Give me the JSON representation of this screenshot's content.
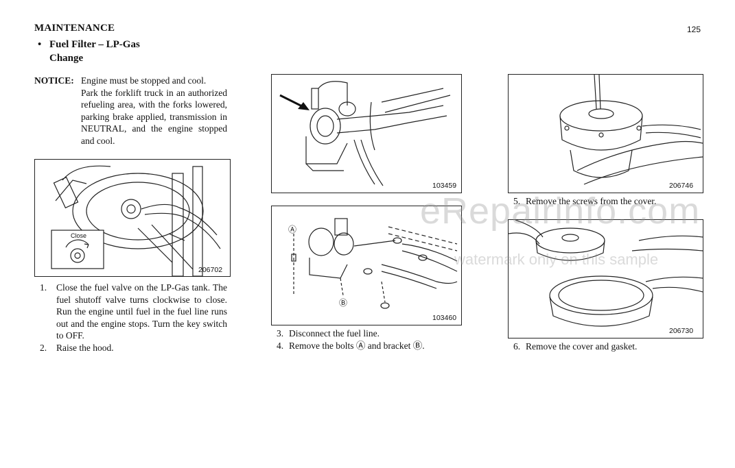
{
  "header": {
    "section_title": "MAINTENANCE",
    "page_number": "125"
  },
  "subsection": {
    "bullet": "•",
    "title_line1": "Fuel Filter – LP-Gas",
    "title_line2": "Change"
  },
  "notice": {
    "label": "NOTICE:",
    "first_line": "Engine must be stopped and cool.",
    "body": "Park the forklift truck in an authorized refueling area, with the forks lowered, parking brake applied, transmission in NEUTRAL, and the engine stopped and cool."
  },
  "figures": [
    {
      "number": "206702",
      "callout": "Close"
    },
    {
      "number": "103459"
    },
    {
      "number": "103460",
      "callout_a": "Ⓐ",
      "callout_b": "Ⓑ"
    },
    {
      "number": "206746"
    },
    {
      "number": "206730"
    }
  ],
  "steps": [
    {
      "num": "1.",
      "text": "Close the fuel valve on the LP-Gas tank. The fuel shutoff valve turns clockwise to close. Run the engine until fuel in the fuel line runs out and the engine stops. Turn the key switch to OFF."
    },
    {
      "num": "2.",
      "text": "Raise the hood."
    },
    {
      "num": "3.",
      "text": "Disconnect the fuel line."
    },
    {
      "num": "4.",
      "text": "Remove the bolts Ⓐ and bracket Ⓑ."
    },
    {
      "num": "5.",
      "text": "Remove the screws from the cover."
    },
    {
      "num": "6.",
      "text": "Remove the cover and gasket."
    }
  ],
  "watermark": {
    "line1": "eRepairinfo.com",
    "line2": "watermark only on this sample"
  }
}
